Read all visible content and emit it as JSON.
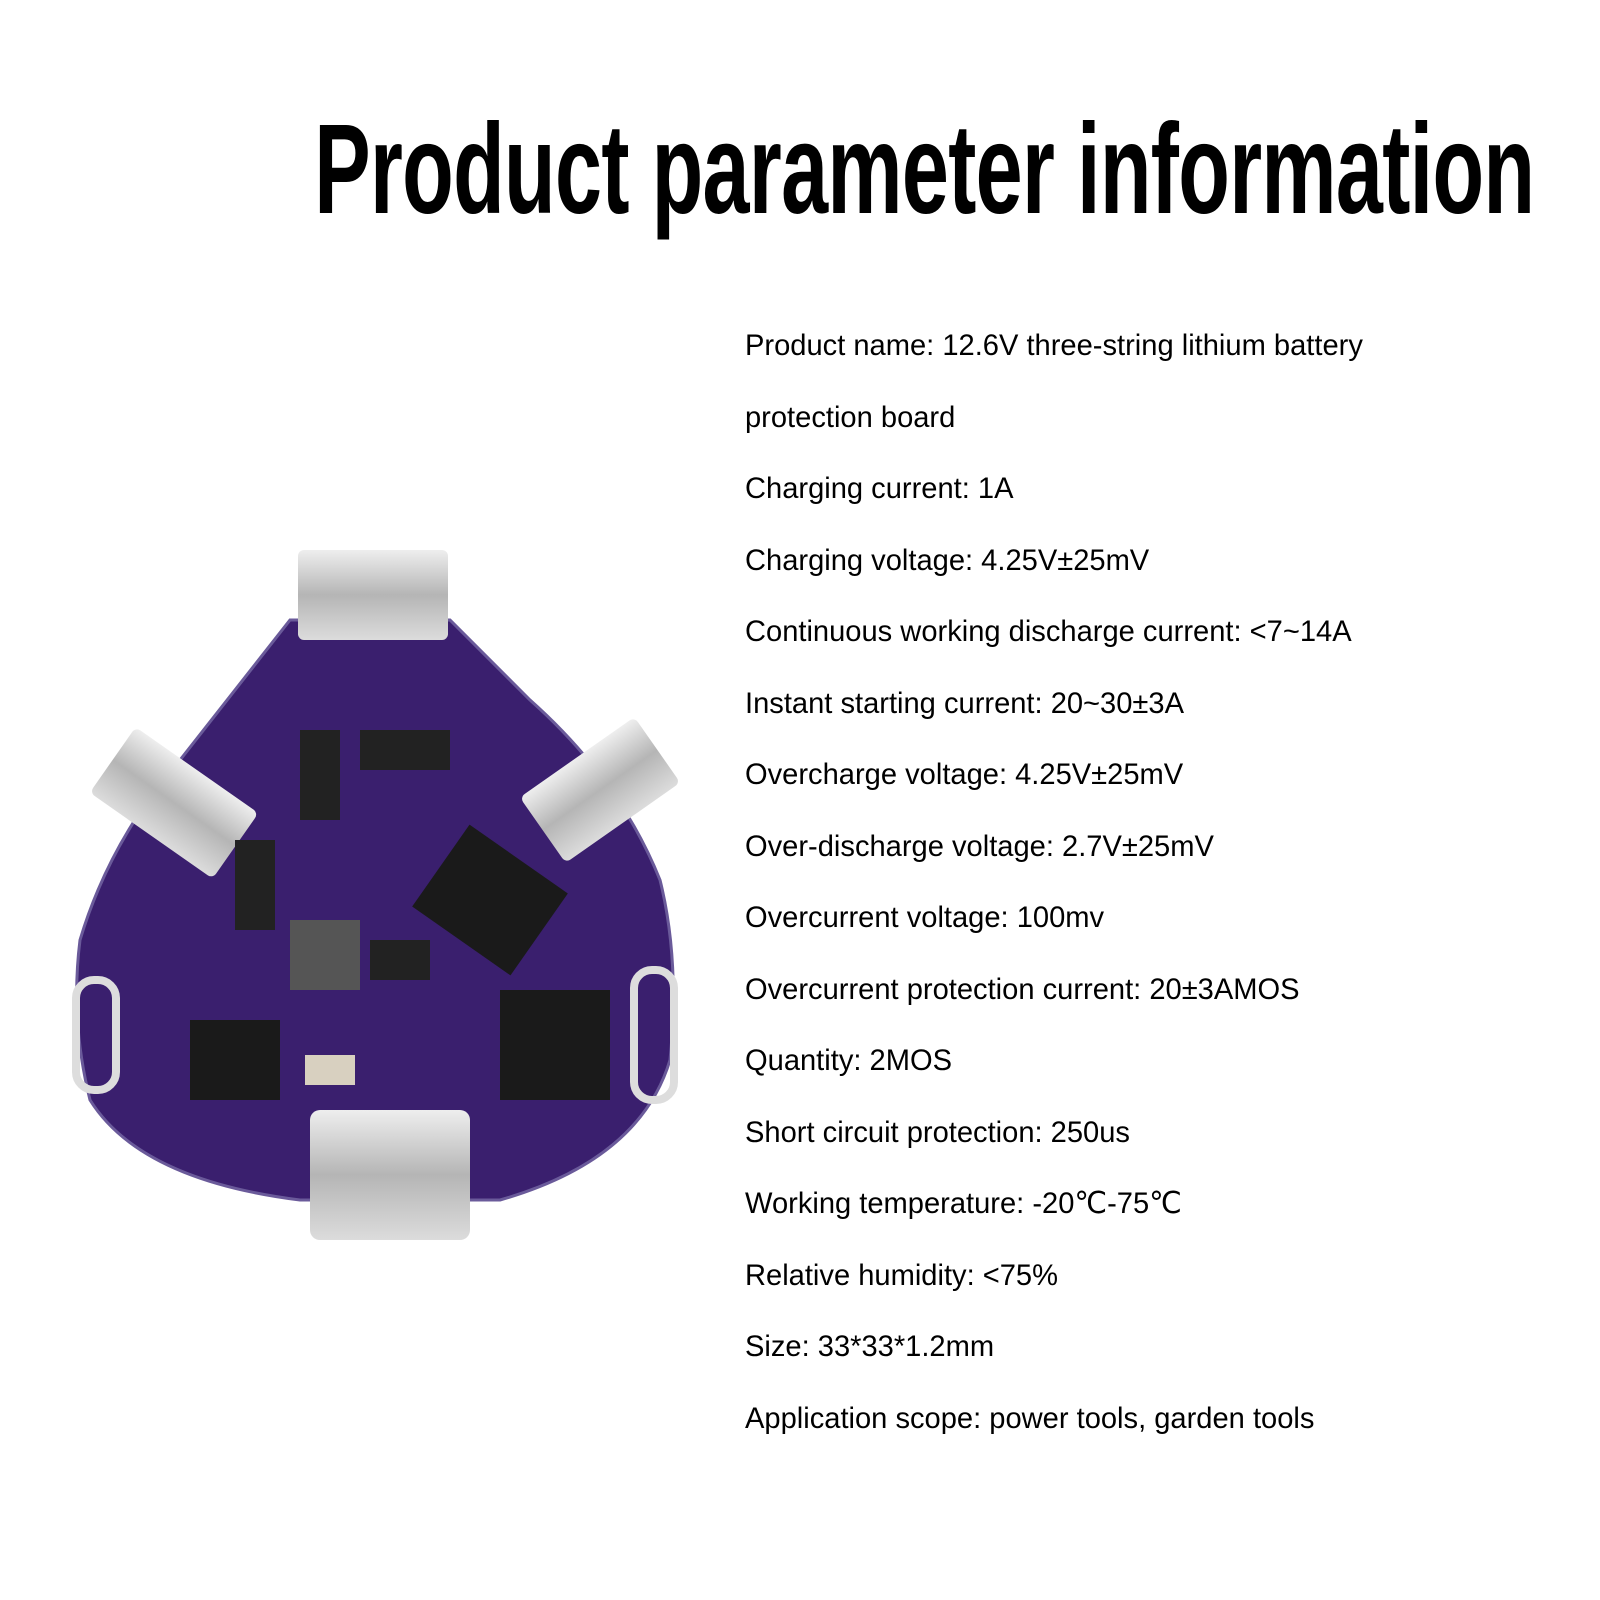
{
  "title": "Product parameter information",
  "specs": [
    "Product name: 12.6V three-string lithium battery",
    "protection board",
    "Charging current: 1A",
    "Charging voltage: 4.25V±25mV",
    "Continuous working discharge current: <7~14A",
    "Instant starting current: 20~30±3A",
    "Overcharge voltage: 4.25V±25mV",
    "Over-discharge voltage: 2.7V±25mV",
    "Overcurrent voltage: 100mv",
    "Overcurrent protection current: 20±3AMOS",
    "Quantity: 2MOS",
    "Short circuit protection: 250us",
    "Working temperature: -20℃-75℃",
    "Relative humidity: <75%",
    "Size: 33*33*1.2mm",
    "Application scope: power tools, garden tools"
  ],
  "colors": {
    "pcb": "#3a1f6e",
    "metal": "#c9c9c9"
  }
}
